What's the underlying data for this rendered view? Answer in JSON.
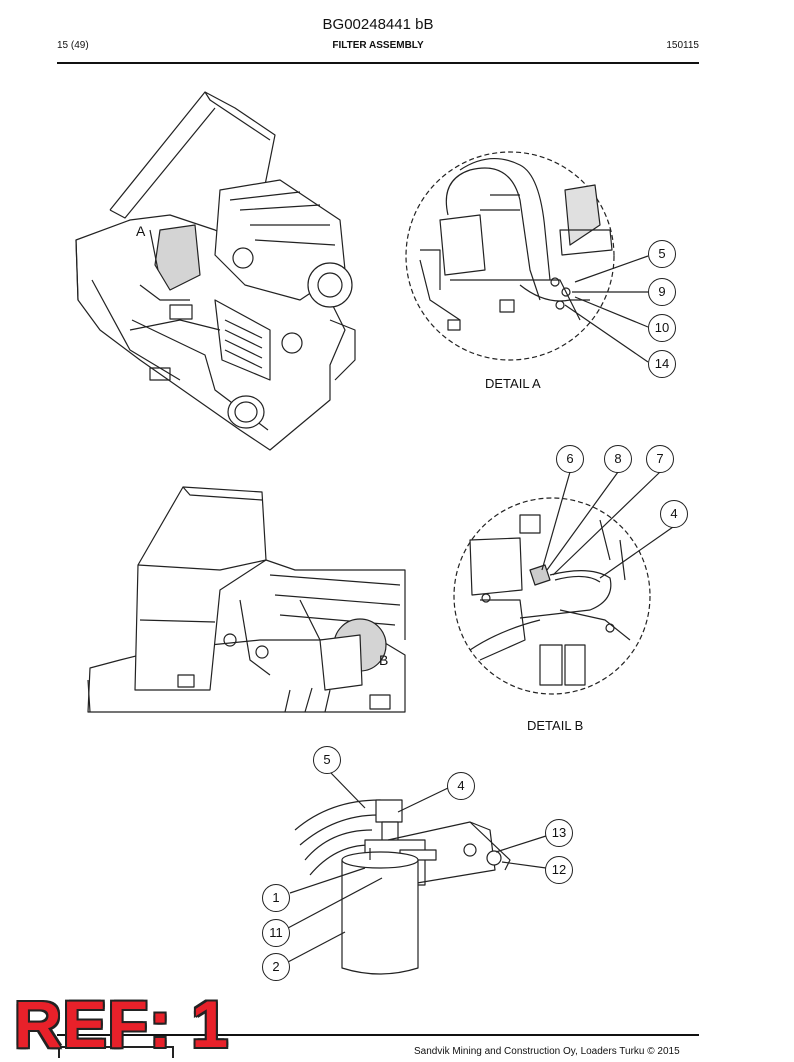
{
  "header": {
    "doc_id": "BG00248441 bB",
    "page": "15 (49)",
    "title": "FILTER ASSEMBLY",
    "date_code": "150115"
  },
  "details": {
    "a_label": "DETAIL A",
    "b_label": "DETAIL B",
    "view_a_letter": "A",
    "view_b_letter": "B"
  },
  "callouts": {
    "detail_a": [
      "5",
      "9",
      "10",
      "14"
    ],
    "detail_b": [
      "6",
      "8",
      "7",
      "4"
    ],
    "filter": [
      "5",
      "4",
      "13",
      "12",
      "1",
      "11",
      "2"
    ]
  },
  "footer": {
    "company": "Sandvik Mining and Construction Oy, Loaders Turku © 2015",
    "ref_stamp": "REF: 1"
  }
}
